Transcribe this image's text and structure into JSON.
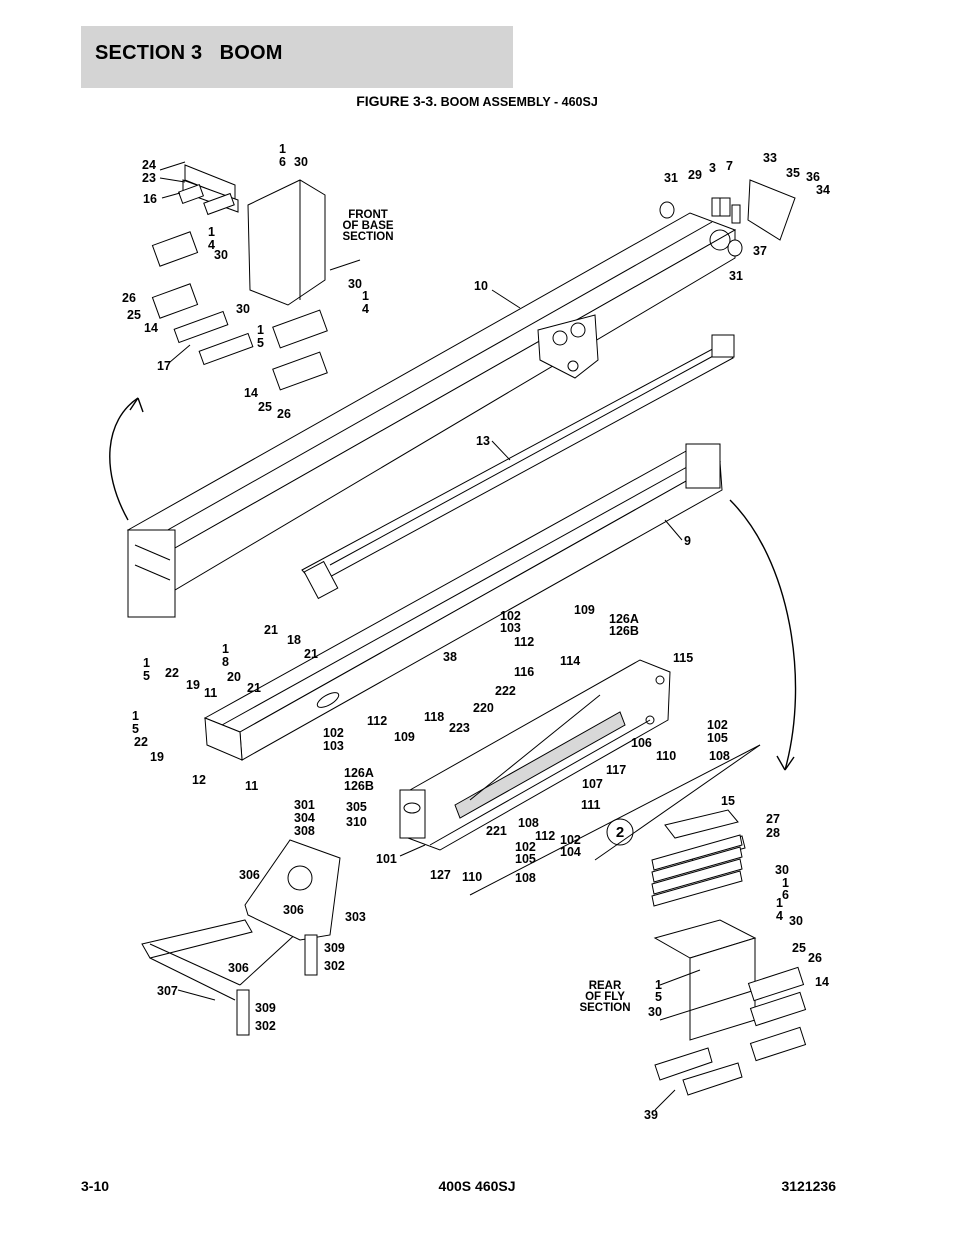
{
  "header": {
    "section_title": "SECTION 3   BOOM"
  },
  "figure": {
    "prefix": "FIGURE 3-3.",
    "title": " BOOM ASSEMBLY - 460SJ"
  },
  "notes": {
    "front_of_base": [
      "FRONT",
      "OF BASE",
      "SECTION"
    ],
    "rear_of_fly": [
      "REAR",
      "OF FLY",
      "SECTION"
    ],
    "detail_marker": "2"
  },
  "callouts": [
    {
      "id": "c24",
      "text": "24"
    },
    {
      "id": "c23",
      "text": "23"
    },
    {
      "id": "c16",
      "text": "16"
    },
    {
      "id": "c1a",
      "text": "1"
    },
    {
      "id": "c6a",
      "text": "6"
    },
    {
      "id": "c30a",
      "text": "30"
    },
    {
      "id": "c1b",
      "text": "1"
    },
    {
      "id": "c4b",
      "text": "4"
    },
    {
      "id": "c30b",
      "text": "30"
    },
    {
      "id": "c26a",
      "text": "26"
    },
    {
      "id": "c25a",
      "text": "25"
    },
    {
      "id": "c14a",
      "text": "14"
    },
    {
      "id": "c30c",
      "text": "30"
    },
    {
      "id": "c1c",
      "text": "1"
    },
    {
      "id": "c5c",
      "text": "5"
    },
    {
      "id": "c30d",
      "text": "30"
    },
    {
      "id": "c1d",
      "text": "1"
    },
    {
      "id": "c4d",
      "text": "4"
    },
    {
      "id": "c17",
      "text": "17"
    },
    {
      "id": "c14b",
      "text": "14"
    },
    {
      "id": "c25b",
      "text": "25"
    },
    {
      "id": "c26b",
      "text": "26"
    },
    {
      "id": "c10",
      "text": "10"
    },
    {
      "id": "c31a",
      "text": "31"
    },
    {
      "id": "c29",
      "text": "29"
    },
    {
      "id": "c3",
      "text": "3"
    },
    {
      "id": "c7",
      "text": "7"
    },
    {
      "id": "c33",
      "text": "33"
    },
    {
      "id": "c35",
      "text": "35"
    },
    {
      "id": "c36",
      "text": "36"
    },
    {
      "id": "c34",
      "text": "34"
    },
    {
      "id": "c37",
      "text": "37"
    },
    {
      "id": "c31b",
      "text": "31"
    },
    {
      "id": "c13",
      "text": "13"
    },
    {
      "id": "c9",
      "text": "9"
    },
    {
      "id": "c21a",
      "text": "21"
    },
    {
      "id": "c18",
      "text": "18"
    },
    {
      "id": "c1e",
      "text": "1"
    },
    {
      "id": "c8e",
      "text": "8"
    },
    {
      "id": "c21b",
      "text": "21"
    },
    {
      "id": "c20",
      "text": "20"
    },
    {
      "id": "c21c",
      "text": "21"
    },
    {
      "id": "c1f",
      "text": "1"
    },
    {
      "id": "c5f",
      "text": "5"
    },
    {
      "id": "c22a",
      "text": "22"
    },
    {
      "id": "c19a",
      "text": "19"
    },
    {
      "id": "c11a",
      "text": "11"
    },
    {
      "id": "c1g",
      "text": "1"
    },
    {
      "id": "c5g",
      "text": "5"
    },
    {
      "id": "c22b",
      "text": "22"
    },
    {
      "id": "c19b",
      "text": "19"
    },
    {
      "id": "c12",
      "text": "12"
    },
    {
      "id": "c11b",
      "text": "11"
    },
    {
      "id": "c38",
      "text": "38"
    },
    {
      "id": "c102a",
      "text": "102"
    },
    {
      "id": "c103a",
      "text": "103"
    },
    {
      "id": "c112a",
      "text": "112"
    },
    {
      "id": "c109a",
      "text": "109"
    },
    {
      "id": "c126Aa",
      "text": "126A"
    },
    {
      "id": "c126Ba",
      "text": "126B"
    },
    {
      "id": "c114",
      "text": "114"
    },
    {
      "id": "c115",
      "text": "115"
    },
    {
      "id": "c116",
      "text": "116"
    },
    {
      "id": "c222",
      "text": "222"
    },
    {
      "id": "c102b",
      "text": "102"
    },
    {
      "id": "c103b",
      "text": "103"
    },
    {
      "id": "c112b",
      "text": "112"
    },
    {
      "id": "c109b",
      "text": "109"
    },
    {
      "id": "c118",
      "text": "118"
    },
    {
      "id": "c223",
      "text": "223"
    },
    {
      "id": "c220",
      "text": "220"
    },
    {
      "id": "c126Ab",
      "text": "126A"
    },
    {
      "id": "c126Bb",
      "text": "126B"
    },
    {
      "id": "c102c",
      "text": "102"
    },
    {
      "id": "c105c",
      "text": "105"
    },
    {
      "id": "c106",
      "text": "106"
    },
    {
      "id": "c110a",
      "text": "110"
    },
    {
      "id": "c108a",
      "text": "108"
    },
    {
      "id": "c117",
      "text": "117"
    },
    {
      "id": "c107",
      "text": "107"
    },
    {
      "id": "c301",
      "text": "301"
    },
    {
      "id": "c304",
      "text": "304"
    },
    {
      "id": "c305",
      "text": "305"
    },
    {
      "id": "c310",
      "text": "310"
    },
    {
      "id": "c308",
      "text": "308"
    },
    {
      "id": "c111",
      "text": "111"
    },
    {
      "id": "c108b",
      "text": "108"
    },
    {
      "id": "c112c",
      "text": "112"
    },
    {
      "id": "c102d",
      "text": "102"
    },
    {
      "id": "c104",
      "text": "104"
    },
    {
      "id": "c221",
      "text": "221"
    },
    {
      "id": "c102e",
      "text": "102"
    },
    {
      "id": "c105e",
      "text": "105"
    },
    {
      "id": "c101",
      "text": "101"
    },
    {
      "id": "c127",
      "text": "127"
    },
    {
      "id": "c110b",
      "text": "110"
    },
    {
      "id": "c108c",
      "text": "108"
    },
    {
      "id": "c306a",
      "text": "306"
    },
    {
      "id": "c306b",
      "text": "306"
    },
    {
      "id": "c303",
      "text": "303"
    },
    {
      "id": "c309a",
      "text": "309"
    },
    {
      "id": "c302a",
      "text": "302"
    },
    {
      "id": "c306c",
      "text": "306"
    },
    {
      "id": "c307",
      "text": "307"
    },
    {
      "id": "c309b",
      "text": "309"
    },
    {
      "id": "c302b",
      "text": "302"
    },
    {
      "id": "c15",
      "text": "15"
    },
    {
      "id": "c27",
      "text": "27"
    },
    {
      "id": "c28",
      "text": "28"
    },
    {
      "id": "c30e",
      "text": "30"
    },
    {
      "id": "c1h",
      "text": "1"
    },
    {
      "id": "c6h",
      "text": "6"
    },
    {
      "id": "c1i",
      "text": "1"
    },
    {
      "id": "c4i",
      "text": "4"
    },
    {
      "id": "c30f",
      "text": "30"
    },
    {
      "id": "c25c",
      "text": "25"
    },
    {
      "id": "c26c",
      "text": "26"
    },
    {
      "id": "c14c",
      "text": "14"
    },
    {
      "id": "c1j",
      "text": "1"
    },
    {
      "id": "c5j",
      "text": "5"
    },
    {
      "id": "c30g",
      "text": "30"
    },
    {
      "id": "c39",
      "text": "39"
    }
  ],
  "footer": {
    "page": "3-10",
    "model": "400S 460SJ",
    "doc_number": "3121236"
  }
}
